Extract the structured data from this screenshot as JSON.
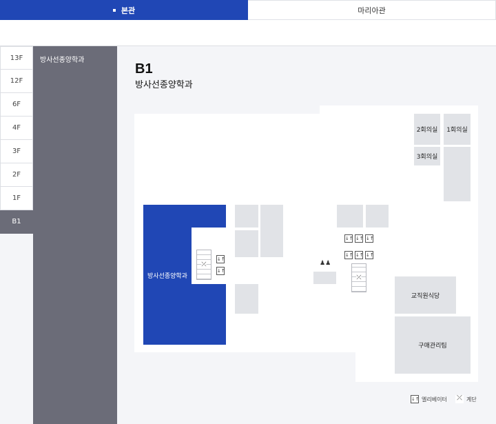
{
  "tabs": [
    {
      "label": "본관",
      "active": true
    },
    {
      "label": "마리아관",
      "active": false
    }
  ],
  "floors": [
    "13F",
    "12F",
    "6F",
    "4F",
    "3F",
    "2F",
    "1F",
    "B1"
  ],
  "active_floor": "B1",
  "departments": [
    "방사선종양학과"
  ],
  "floor_view": {
    "title": "B1",
    "subtitle": "방사선종양학과"
  },
  "rooms": {
    "meeting_2": "2회의실",
    "meeting_1": "1회의실",
    "meeting_3": "3회의실",
    "radiation_dept": "방사선종양학과",
    "staff_cafeteria": "교직원식당",
    "purchasing_team": "구매관리팀"
  },
  "icons": {
    "elevator_glyph": "↓↑",
    "stairs_glyph": "⤫",
    "restroom_glyph": "♟♟"
  },
  "legend": {
    "elevator": "엘리베이터",
    "stairs": "계단"
  },
  "colors": {
    "accent": "#2047b5",
    "panel": "#6b6c78",
    "room": "#e1e3e7"
  }
}
